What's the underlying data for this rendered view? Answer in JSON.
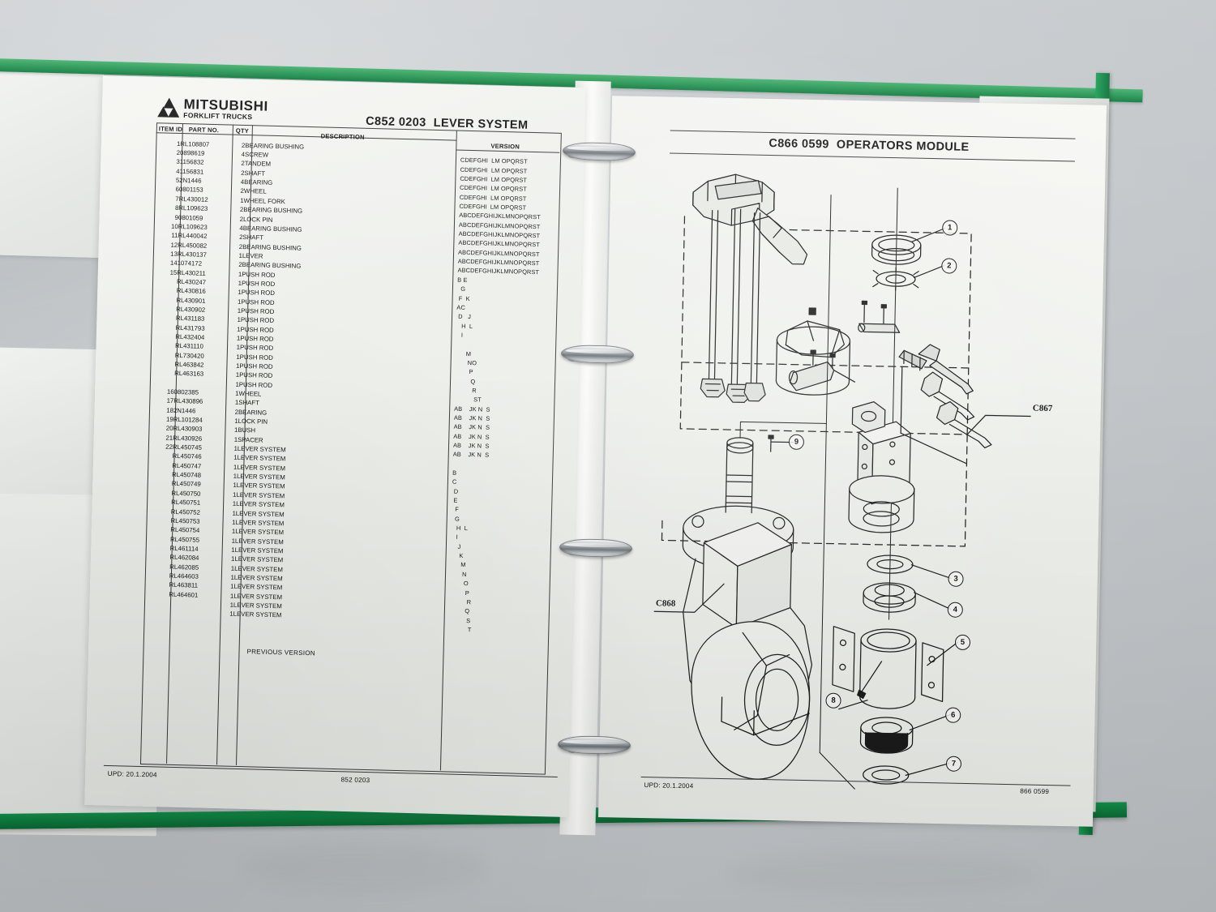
{
  "scene": {
    "object": "ring-binder-parts-catalogue",
    "binder_color": "#0f8a44",
    "background_color": "#c6cacd",
    "ring_count": 4
  },
  "left_page": {
    "brand": {
      "name": "MITSUBISHI",
      "sub": "FORKLIFT TRUCKS",
      "mark": "mitsubishi-three-diamonds-icon"
    },
    "title_code": "C852 0203",
    "title_text": "LEVER SYSTEM",
    "columns": {
      "item_id": "ITEM ID",
      "part_no": "PART NO.",
      "qty": "QTY",
      "description": "DESCRIPTION",
      "version": "VERSION"
    },
    "rows": [
      {
        "item": "1",
        "part": "RL108807",
        "qty": "2",
        "desc": "BEARING BUSHING",
        "version": ""
      },
      {
        "item": "2",
        "part": "0898619",
        "qty": "4",
        "desc": "SCREW",
        "version": "CDEFGHI  LM OPQRST"
      },
      {
        "item": "3",
        "part": "1156832",
        "qty": "2",
        "desc": "TANDEM",
        "version": "CDEFGHI  LM OPQRST"
      },
      {
        "item": "4",
        "part": "1156831",
        "qty": "2",
        "desc": "SHAFT",
        "version": "CDEFGHI  LM OPQRST"
      },
      {
        "item": "5",
        "part": "2N1446",
        "qty": "4",
        "desc": "BEARING",
        "version": "CDEFGHI  LM OPQRST"
      },
      {
        "item": "6",
        "part": "0801153",
        "qty": "2",
        "desc": "WHEEL",
        "version": "CDEFGHI  LM OPQRST"
      },
      {
        "item": "7",
        "part": "RL430012",
        "qty": "1",
        "desc": "WHEEL FORK",
        "version": "CDEFGHI  LM OPQRST"
      },
      {
        "item": "8",
        "part": "RL109623",
        "qty": "2",
        "desc": "BEARING BUSHING",
        "version": "ABCDEFGHIJKLMNOPQRST"
      },
      {
        "item": "9",
        "part": "0801059",
        "qty": "2",
        "desc": "LOCK PIN",
        "version": "ABCDEFGHIJKLMNOPQRST"
      },
      {
        "item": "10",
        "part": "RL109623",
        "qty": "4",
        "desc": "BEARING BUSHING",
        "version": "ABCDEFGHIJKLMNOPQRST"
      },
      {
        "item": "11",
        "part": "RL440042",
        "qty": "2",
        "desc": "SHAFT",
        "version": "ABCDEFGHIJKLMNOPQRST"
      },
      {
        "item": "12",
        "part": "RL450082",
        "qty": "2",
        "desc": "BEARING BUSHING",
        "version": "ABCDEFGHIJKLMNOPQRST"
      },
      {
        "item": "13",
        "part": "RL430137",
        "qty": "1",
        "desc": "LEVER",
        "version": "ABCDEFGHIJKLMNOPQRST"
      },
      {
        "item": "14",
        "part": "1074172",
        "qty": "2",
        "desc": "BEARING BUSHING",
        "version": "ABCDEFGHIJKLMNOPQRST"
      },
      {
        "item": "15",
        "part": "RL430211",
        "qty": "1",
        "desc": "PUSH ROD",
        "version": "B E"
      },
      {
        "item": "",
        "part": "RL430247",
        "qty": "1",
        "desc": "PUSH ROD",
        "version": "  G"
      },
      {
        "item": "",
        "part": "RL430816",
        "qty": "1",
        "desc": "PUSH ROD",
        "version": " F  K"
      },
      {
        "item": "",
        "part": "RL430901",
        "qty": "1",
        "desc": "PUSH ROD",
        "version": "AC"
      },
      {
        "item": "",
        "part": "RL430902",
        "qty": "1",
        "desc": "PUSH ROD",
        "version": " D   J"
      },
      {
        "item": "",
        "part": "RL431183",
        "qty": "1",
        "desc": "PUSH ROD",
        "version": "   H  L"
      },
      {
        "item": "",
        "part": "RL431793",
        "qty": "1",
        "desc": "PUSH ROD",
        "version": "   I"
      },
      {
        "item": "",
        "part": "RL432404",
        "qty": "1",
        "desc": "PUSH ROD",
        "version": ""
      },
      {
        "item": "",
        "part": "RL431110",
        "qty": "1",
        "desc": "PUSH ROD",
        "version": "      M"
      },
      {
        "item": "",
        "part": "RL730420",
        "qty": "1",
        "desc": "PUSH ROD",
        "version": "       NO"
      },
      {
        "item": "",
        "part": "RL463842",
        "qty": "1",
        "desc": "PUSH ROD",
        "version": "        P"
      },
      {
        "item": "",
        "part": "RL463163",
        "qty": "1",
        "desc": "PUSH ROD",
        "version": "         Q"
      },
      {
        "item": "",
        "part": "",
        "qty": "1",
        "desc": "PUSH ROD",
        "version": "          R"
      },
      {
        "item": "16",
        "part": "0802385",
        "qty": "1",
        "desc": "WHEEL",
        "version": "           ST"
      },
      {
        "item": "17",
        "part": "RL430896",
        "qty": "1",
        "desc": "SHAFT",
        "version": "AB    JK N  S"
      },
      {
        "item": "18",
        "part": "2N1446",
        "qty": "2",
        "desc": "BEARING",
        "version": "AB    JK N  S"
      },
      {
        "item": "19",
        "part": "RL101284",
        "qty": "1",
        "desc": "LOCK PIN",
        "version": "AB    JK N  S"
      },
      {
        "item": "20",
        "part": "RL430903",
        "qty": "1",
        "desc": "BUSH",
        "version": "AB    JK N  S"
      },
      {
        "item": "21",
        "part": "RL430926",
        "qty": "1",
        "desc": "SPACER",
        "version": "AB    JK N  S"
      },
      {
        "item": "22",
        "part": "RL450745",
        "qty": "1",
        "desc": "LEVER SYSTEM",
        "version": "AB    JK N  S"
      },
      {
        "item": "",
        "part": "RL450746",
        "qty": "1",
        "desc": "LEVER SYSTEM",
        "version": ""
      },
      {
        "item": "",
        "part": "RL450747",
        "qty": "1",
        "desc": "LEVER SYSTEM",
        "version": "B"
      },
      {
        "item": "",
        "part": "RL450748",
        "qty": "1",
        "desc": "LEVER SYSTEM",
        "version": "C"
      },
      {
        "item": "",
        "part": "RL450749",
        "qty": "1",
        "desc": "LEVER SYSTEM",
        "version": " D"
      },
      {
        "item": "",
        "part": "RL450750",
        "qty": "1",
        "desc": "LEVER SYSTEM",
        "version": " E"
      },
      {
        "item": "",
        "part": "RL450751",
        "qty": "1",
        "desc": "LEVER SYSTEM",
        "version": "  F"
      },
      {
        "item": "",
        "part": "RL450752",
        "qty": "1",
        "desc": "LEVER SYSTEM",
        "version": "  G"
      },
      {
        "item": "",
        "part": "RL450753",
        "qty": "1",
        "desc": "LEVER SYSTEM",
        "version": "   H  L"
      },
      {
        "item": "",
        "part": "RL450754",
        "qty": "1",
        "desc": "LEVER SYSTEM",
        "version": "   I"
      },
      {
        "item": "",
        "part": "RL450755",
        "qty": "1",
        "desc": "LEVER SYSTEM",
        "version": "    J"
      },
      {
        "item": "",
        "part": "RL461114",
        "qty": "1",
        "desc": "LEVER SYSTEM",
        "version": "     K"
      },
      {
        "item": "",
        "part": "RL462084",
        "qty": "1",
        "desc": "LEVER SYSTEM",
        "version": "      M"
      },
      {
        "item": "",
        "part": "RL462085",
        "qty": "1",
        "desc": "LEVER SYSTEM",
        "version": "       N"
      },
      {
        "item": "",
        "part": "RL464603",
        "qty": "1",
        "desc": "LEVER SYSTEM",
        "version": "        O"
      },
      {
        "item": "",
        "part": "RL463811",
        "qty": "1",
        "desc": "LEVER SYSTEM",
        "version": "         P"
      },
      {
        "item": "",
        "part": "RL464601",
        "qty": "1",
        "desc": "LEVER SYSTEM",
        "version": "          R"
      },
      {
        "item": "",
        "part": "",
        "qty": "1",
        "desc": "LEVER SYSTEM",
        "version": "         Q"
      },
      {
        "item": "",
        "part": "",
        "qty": "1",
        "desc": "LEVER SYSTEM",
        "version": "          S"
      },
      {
        "item": "",
        "part": "",
        "qty": "",
        "desc": "",
        "version": "           T"
      }
    ],
    "note": "PREVIOUS VERSION",
    "footer": {
      "updated": "UPD: 20.1.2004",
      "code": "852 0203"
    }
  },
  "right_page": {
    "title_code": "C866 0599",
    "title_text": "OPERATORS MODULE",
    "assembly_refs": [
      {
        "id": "C867",
        "meaning": "assembly-reference-upper"
      },
      {
        "id": "C868",
        "meaning": "assembly-reference-caster"
      }
    ],
    "callouts": [
      "1",
      "2",
      "3",
      "4",
      "5",
      "6",
      "7",
      "8",
      "9"
    ],
    "drawing": "exploded-view-operators-module",
    "footer": {
      "updated": "UPD: 20.1.2004",
      "code": "866 0599"
    }
  }
}
